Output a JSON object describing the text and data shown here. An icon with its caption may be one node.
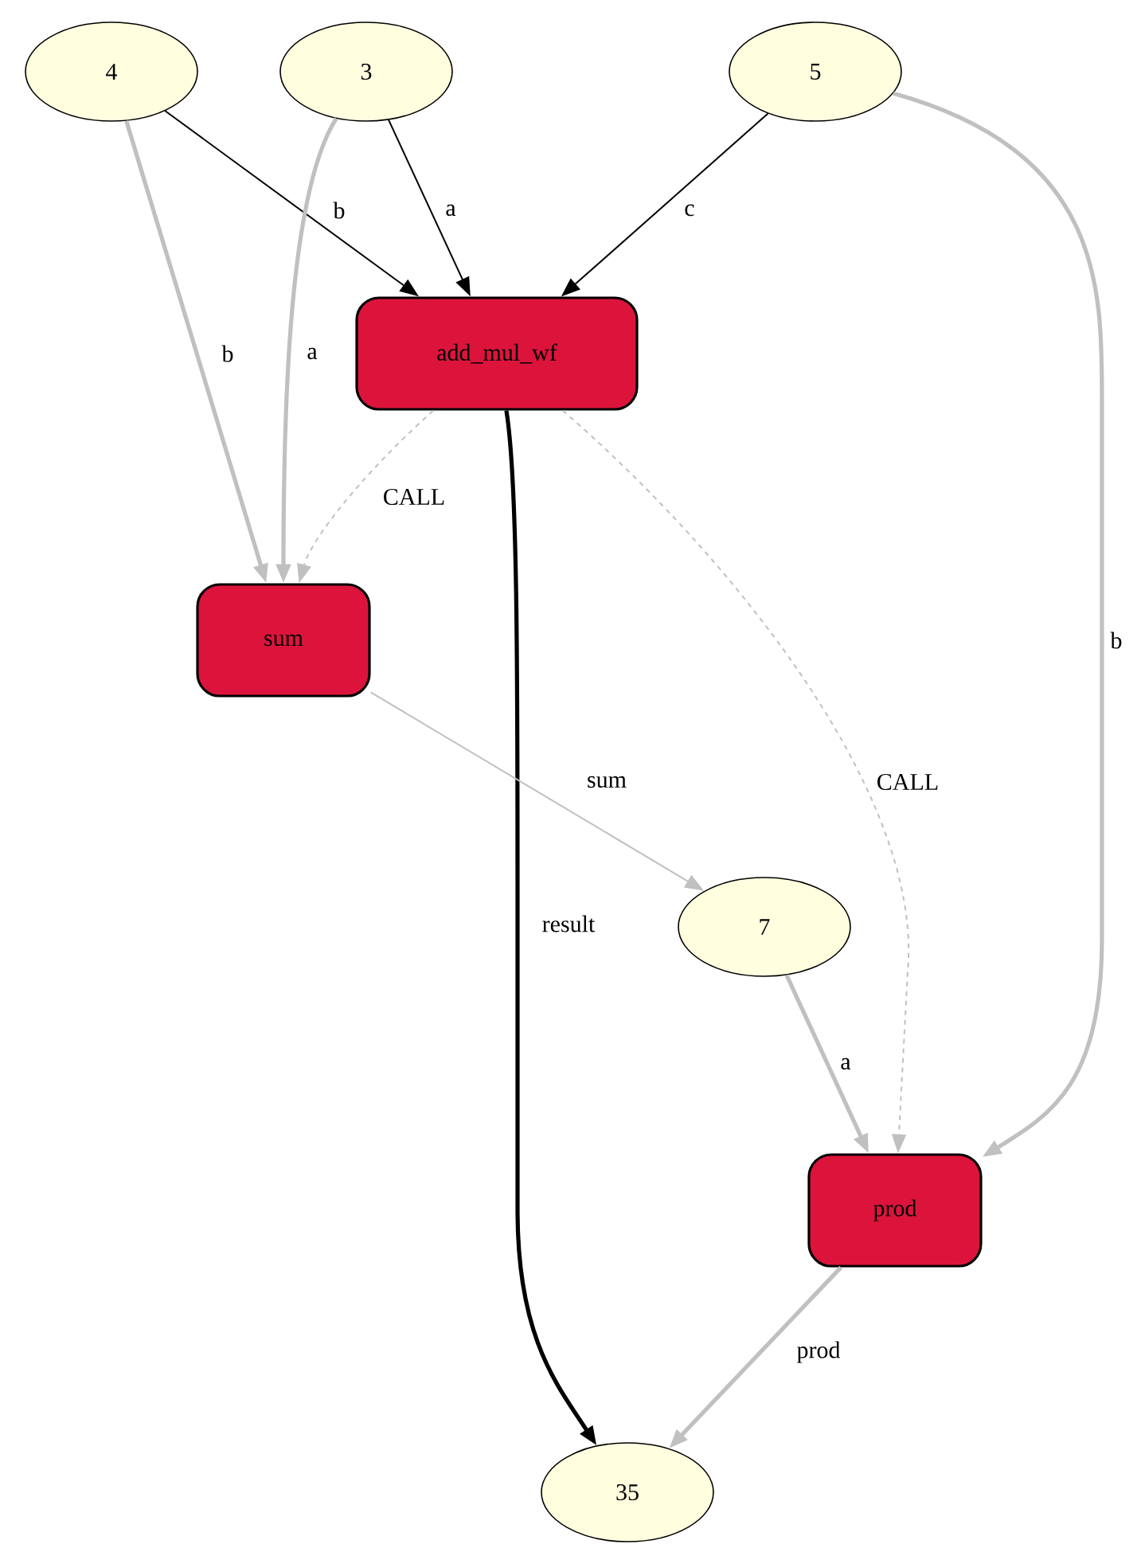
{
  "diagram": {
    "nodes": [
      {
        "text": [
          "4"
        ]
      },
      {
        "text": [
          "3"
        ]
      },
      {
        "text": [
          "5"
        ]
      },
      {
        "text": [
          "add_mul_wf"
        ]
      },
      {
        "text": [
          "sum"
        ]
      },
      {
        "text": [
          "7"
        ]
      },
      {
        "text": [
          "prod"
        ]
      },
      {
        "text": [
          "35"
        ]
      }
    ],
    "edges": [
      {
        "from": 0,
        "to": 3,
        "arrow": "to",
        "label": "b",
        "color": "#000000"
      },
      {
        "from": 1,
        "to": 3,
        "arrow": "to",
        "label": "a",
        "color": "#000000"
      },
      {
        "from": 2,
        "to": 3,
        "arrow": "to",
        "label": "c",
        "color": "#000000"
      },
      {
        "from": 0,
        "to": 4,
        "arrow": "to",
        "label": "b",
        "style": "thick"
      },
      {
        "from": 1,
        "to": 4,
        "arrow": "to",
        "label": "a",
        "style": "thick"
      },
      {
        "from": 3,
        "to": 4,
        "arrow": "to",
        "label": "CALL",
        "style": "dashed"
      },
      {
        "from": 3,
        "to": 7,
        "arrow": "to",
        "label": "result",
        "style": "thick",
        "color": "#000000"
      },
      {
        "from": 3,
        "to": 6,
        "arrow": "to",
        "label": "CALL",
        "style": "dashed"
      },
      {
        "from": 2,
        "to": 6,
        "arrow": "to",
        "label": "b",
        "style": "thick"
      },
      {
        "from": 4,
        "to": 5,
        "arrow": "to",
        "label": "sum"
      },
      {
        "from": 5,
        "to": 6,
        "arrow": "to",
        "label": "a",
        "style": "thick"
      },
      {
        "from": 6,
        "to": 7,
        "arrow": "to",
        "label": "prod",
        "style": "thick"
      }
    ]
  }
}
